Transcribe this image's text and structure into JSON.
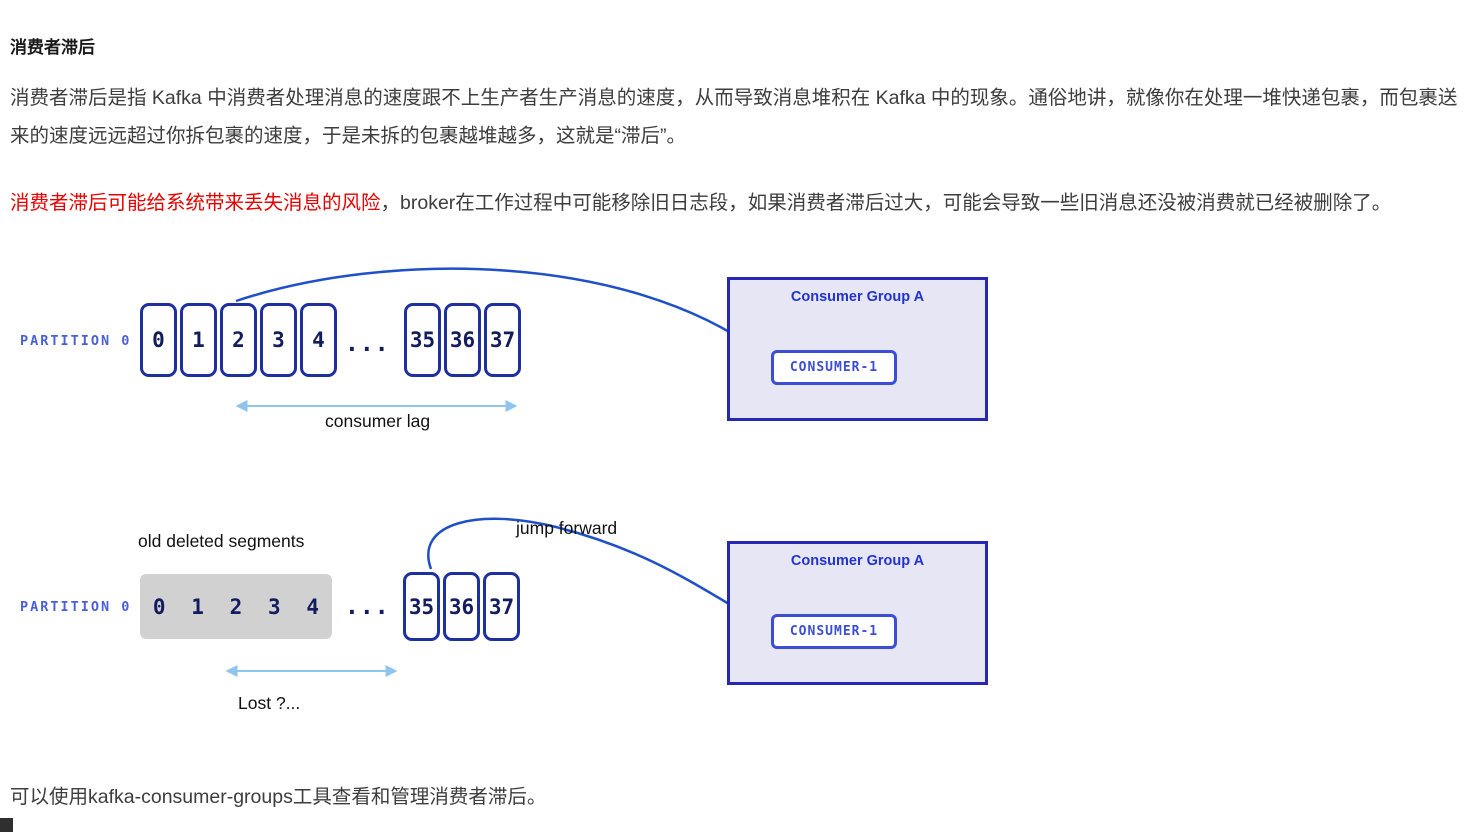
{
  "page": {
    "heading": "消费者滞后",
    "para1": "消费者滞后是指 Kafka 中消费者处理消息的速度跟不上生产者生产消息的速度，从而导致消息堆积在 Kafka 中的现象。通俗地讲，就像你在处理一堆快递包裹，而包裹送来的速度远远超过你拆包裹的速度，于是未拆的包裹越堆越多，这就是“滞后”。",
    "para2_red": "消费者滞后可能给系统带来丢失消息的风险",
    "para2_rest": "，broker在工作过程中可能移除旧日志段，如果消费者滞后过大，可能会导致一些旧消息还没被消费就已经被删除了。",
    "footer": "可以使用kafka-consumer-groups工具查看和管理消费者滞后。"
  },
  "diagram1": {
    "partition_label": "PARTITION 0",
    "cells": [
      "0",
      "1",
      "2",
      "3",
      "4"
    ],
    "ellipsis": "...",
    "tail_cells": [
      "35",
      "36",
      "37"
    ],
    "lag_label": "consumer lag",
    "group_title": "Consumer Group A",
    "consumer_label": "CONSUMER-1"
  },
  "diagram2": {
    "partition_label": "PARTITION 0",
    "deleted_label": "old deleted segments",
    "cells": [
      "0",
      "1",
      "2",
      "3",
      "4"
    ],
    "ellipsis": "...",
    "tail_cells": [
      "35",
      "36",
      "37"
    ],
    "jump_label": "jump forward",
    "lost_label": "Lost ?...",
    "group_title": "Consumer Group A",
    "consumer_label": "CONSUMER-1"
  },
  "colors": {
    "body-text": "#3d3d3d",
    "red-text": "#e60000",
    "navy-border": "#1e2f9e",
    "cell-text": "#131c5e",
    "partition-blue": "#4a5fd8",
    "group-border": "#2727b5",
    "group-fill": "#e6e6f5",
    "group-title-blue": "#2233cf",
    "consumer-blue": "#3c4ed6",
    "arrow-blue": "#2050c8",
    "light-arrow": "#8fc4ee",
    "deleted-gray": "#d1d1d1"
  }
}
